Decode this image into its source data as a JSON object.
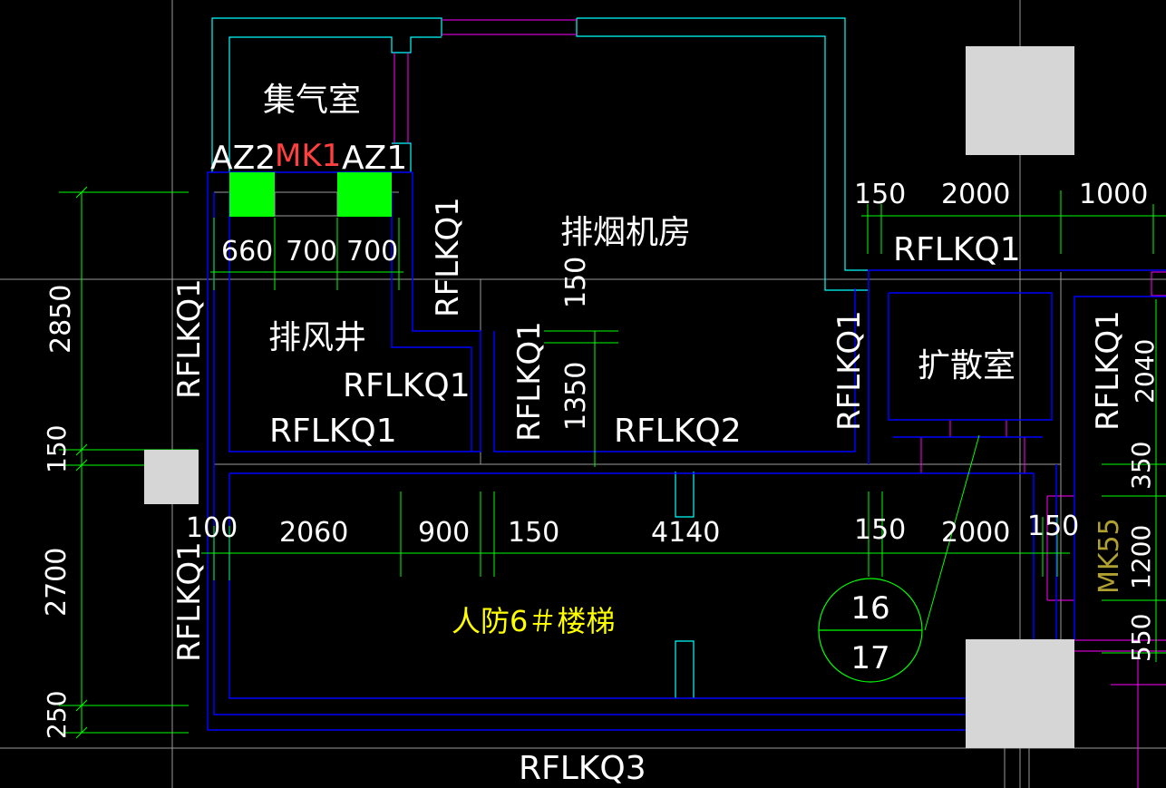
{
  "colors": {
    "background": "#000000",
    "dimension": "#00ff00",
    "blue_wall": "#0000ff",
    "cyan_wall": "#00ffff",
    "magenta_line": "#ff00ff",
    "text_white": "#ffffff",
    "text_yellow": "#ffff00",
    "text_red": "#ff4040",
    "text_olive": "#b0a030",
    "fill_green": "#00ff00",
    "fill_grey": "#d6d6d6",
    "axis_line": "#9a9a9a"
  },
  "rooms": {
    "gas_collection": "集气室",
    "smoke_fan_room": "排烟机房",
    "exhaust_shaft": "排风井",
    "diffusion_room": "扩散室",
    "stairs": "人防6＃楼梯"
  },
  "elements": {
    "az2": "AZ2",
    "mk1": "MK1",
    "az1": "AZ1",
    "mk55": "MK55"
  },
  "wall_labels": {
    "rflkq1": "RFLKQ1",
    "rflkq2": "RFLKQ2",
    "rflkq3": "RFLKQ3"
  },
  "dimensions": {
    "d660": "660",
    "d700": "700",
    "d150": "150",
    "d2000": "2000",
    "d1000": "1000",
    "d1350": "1350",
    "d100": "100",
    "d2060": "2060",
    "d900": "900",
    "d4140": "4140",
    "d2850": "2850",
    "d2700": "2700",
    "d250": "250",
    "d2040": "2040",
    "d350": "350",
    "d1200": "1200",
    "d550": "550"
  },
  "tags": {
    "upper": "16",
    "lower": "17"
  }
}
